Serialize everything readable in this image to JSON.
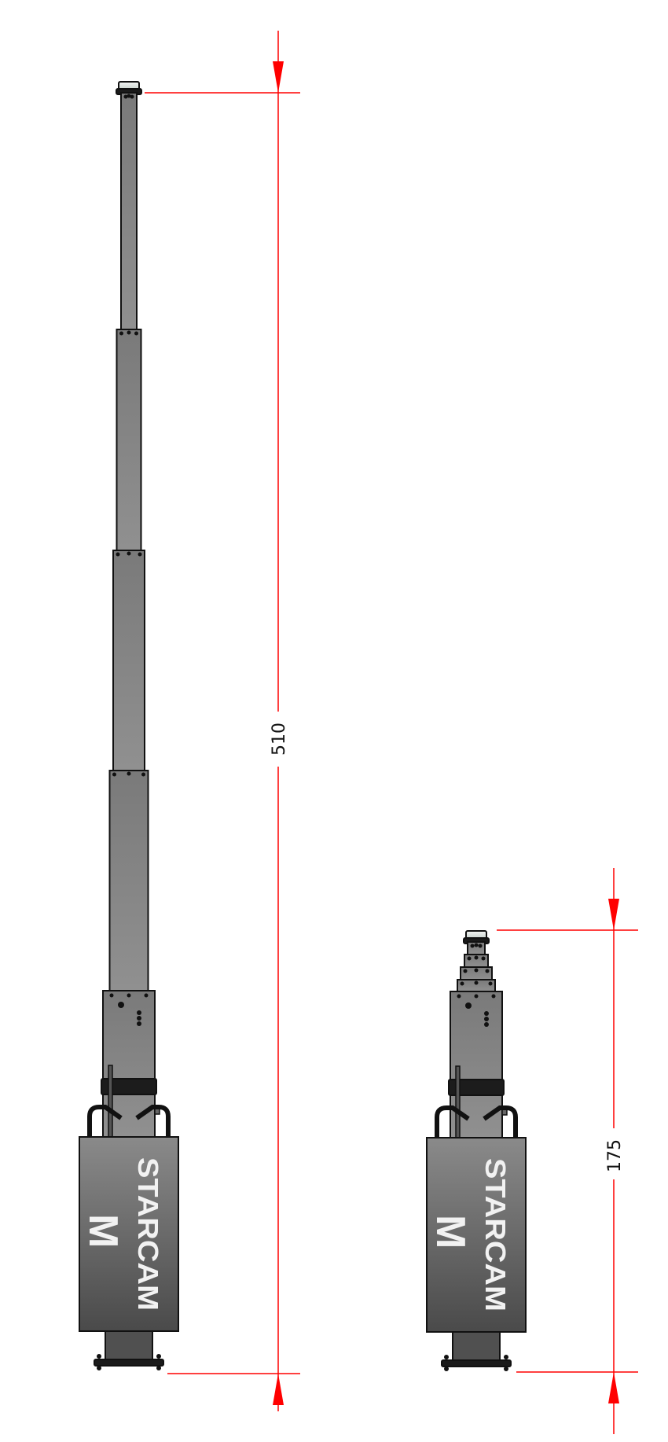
{
  "drawings": [
    {
      "name": "extended",
      "dimension_label": "510",
      "logo_text": "STARCAM",
      "model_text": "M"
    },
    {
      "name": "retracted",
      "dimension_label": "175",
      "logo_text": "STARCAM",
      "model_text": "M"
    }
  ],
  "colors": {
    "dimension": "#ff0000",
    "body_light": "#8c8c8c",
    "body_dark": "#4a4a4a",
    "outline": "#111111"
  }
}
